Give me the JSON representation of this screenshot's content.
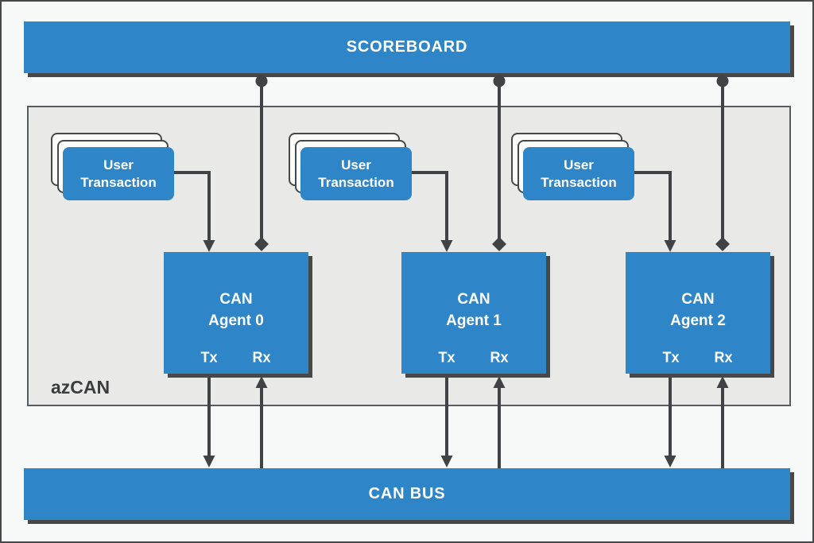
{
  "scoreboard": {
    "label": "SCOREBOARD"
  },
  "can_bus": {
    "label": "CAN BUS"
  },
  "environment": {
    "label": "azCAN"
  },
  "agents": [
    {
      "title_top": "CAN",
      "title_bottom": "Agent 0",
      "tx_label": "Tx",
      "rx_label": "Rx",
      "user_transaction": {
        "line1": "User",
        "line2": "Transaction"
      }
    },
    {
      "title_top": "CAN",
      "title_bottom": "Agent 1",
      "tx_label": "Tx",
      "rx_label": "Rx",
      "user_transaction": {
        "line1": "User",
        "line2": "Transaction"
      }
    },
    {
      "title_top": "CAN",
      "title_bottom": "Agent 2",
      "tx_label": "Tx",
      "rx_label": "Rx",
      "user_transaction": {
        "line1": "User",
        "line2": "Transaction"
      }
    }
  ],
  "colors": {
    "accent_blue": "#2e86c8",
    "arrow_dark": "#404345",
    "shadow_dark": "#47484a",
    "panel_gray": "#e9e9e7",
    "page_bg": "#f7f9f8",
    "frame_border": "#47484a",
    "card_fill": "#fcfcfb",
    "text_white": "#ffffff",
    "label_dark": "#3b3c3e"
  }
}
